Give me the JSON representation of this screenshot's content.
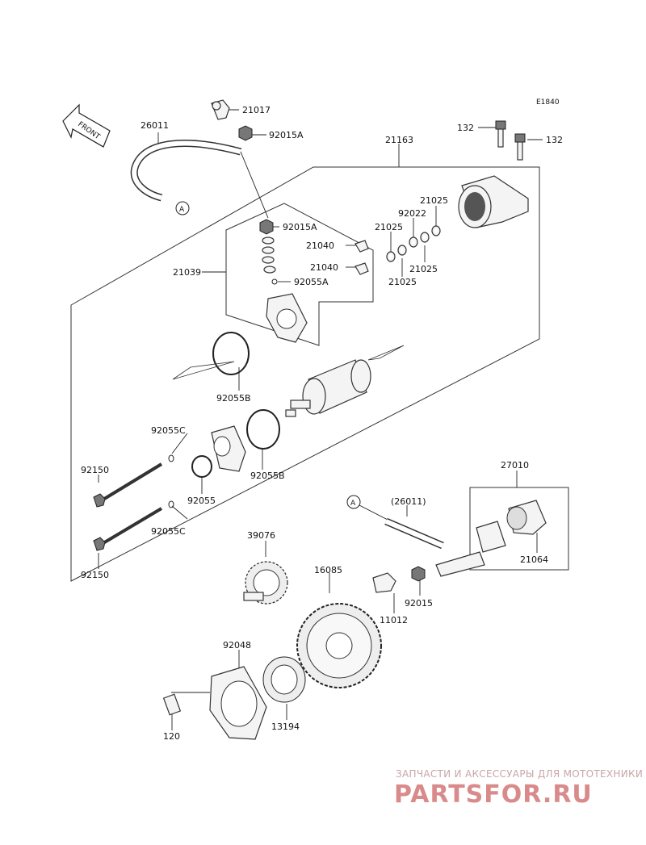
{
  "diagram": {
    "code": "E1840",
    "front_label": "FRONT",
    "parts": {
      "p21017": "21017",
      "p26011": "26011",
      "p92015A_top": "92015A",
      "p92015A": "92015A",
      "p21163": "21163",
      "p132_left": "132",
      "p132_right": "132",
      "p21025_a": "21025",
      "p92022": "92022",
      "p21025_b": "21025",
      "p21040_a": "21040",
      "p21040_b": "21040",
      "p21025_c": "21025",
      "p21039": "21039",
      "p92055A": "92055A",
      "p21025_d": "21025",
      "p92055B_a": "92055B",
      "p92055C_a": "92055C",
      "p92055B_b": "92055B",
      "p92150_a": "92150",
      "p92055": "92055",
      "p27010": "27010",
      "p26011_paren": "(26011)",
      "p92055C_b": "92055C",
      "p39076": "39076",
      "p21064": "21064",
      "p92150_b": "92150",
      "p16085": "16085",
      "p92015": "92015",
      "p11012": "11012",
      "p92048": "92048",
      "p120": "120",
      "p13194": "13194"
    },
    "ref_markers": {
      "a1": "A",
      "a2": "A"
    }
  },
  "watermark": {
    "tagline": "ЗАПЧАСТИ И АКСЕССУАРЫ ДЛЯ МОТОТЕХНИКИ",
    "brand": "PARTSFOR.RU"
  }
}
